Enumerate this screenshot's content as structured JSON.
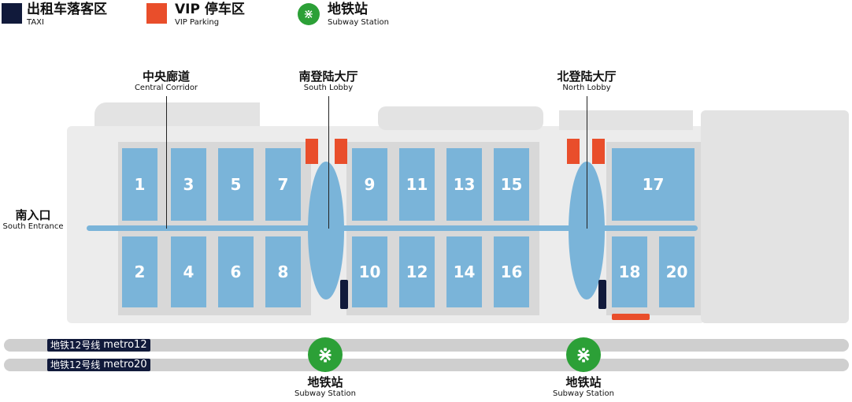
{
  "legend": [
    {
      "cn": "出租车落客区",
      "en": "TAXI",
      "color": "#111a3b"
    },
    {
      "cn": "VIP 停车区",
      "en": "VIP Parking",
      "color": "#e94e2b"
    },
    {
      "cn": "地铁站",
      "en": "Subway Station",
      "color": "#2ca037"
    }
  ],
  "labels": {
    "central": {
      "cn": "中央廊道",
      "en": "Central Corridor"
    },
    "south_lobby": {
      "cn": "南登陆大厅",
      "en": "South Lobby"
    },
    "north_lobby": {
      "cn": "北登陆大厅",
      "en": "North Lobby"
    },
    "south_entrance": {
      "cn": "南入口",
      "en": "South Entrance"
    }
  },
  "halls_top": [
    "1",
    "3",
    "5",
    "7",
    "9",
    "11",
    "13",
    "15",
    "17"
  ],
  "halls_bottom": [
    "2",
    "4",
    "6",
    "8",
    "10",
    "12",
    "14",
    "16",
    "18",
    "20"
  ],
  "metro": [
    {
      "cn": "地铁12号线",
      "en": "metro12"
    },
    {
      "cn": "地铁12号线",
      "en": "metro20"
    }
  ],
  "stations": [
    {
      "cn": "地铁站",
      "en": "Subway Station"
    },
    {
      "cn": "地铁站",
      "en": "Subway Station"
    }
  ]
}
